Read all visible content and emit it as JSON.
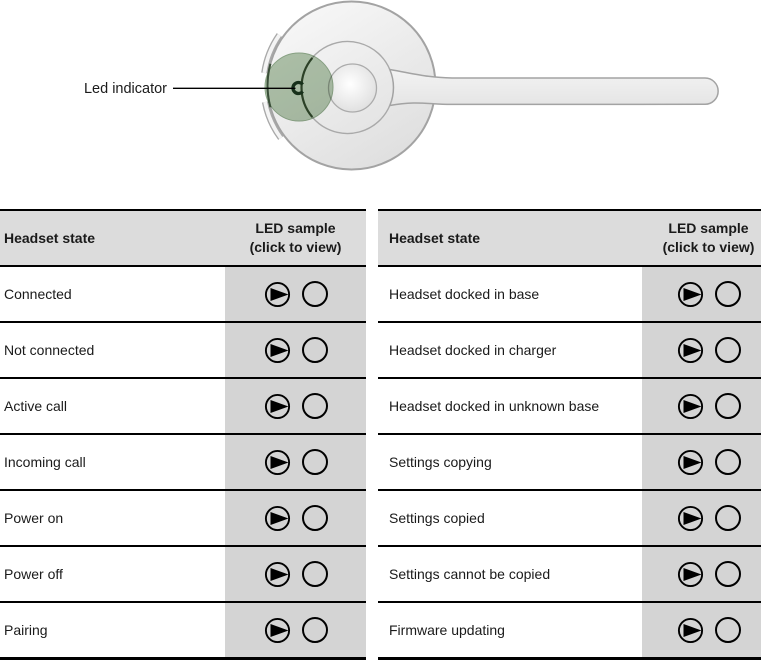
{
  "figure": {
    "label": "Led indicator"
  },
  "table_header": {
    "state": "Headset state",
    "led_line1": "LED sample",
    "led_line2": "(click to view)"
  },
  "tables": {
    "left": {
      "rows": [
        "Connected",
        "Not connected",
        "Active call",
        "Incoming call",
        "Power on",
        "Power off",
        "Pairing"
      ]
    },
    "right": {
      "rows": [
        "Headset docked in base",
        "Headset docked in charger",
        "Headset docked in unknown base",
        "Settings copying",
        "Settings copied",
        "Settings cannot be copied",
        "Firmware updating"
      ]
    }
  },
  "icons": {
    "play": "play-icon",
    "led_sample": "led-sample-circle-icon"
  },
  "colors": {
    "header_bg": "#dcdcdc",
    "led_cell_bg": "#d4d4d4",
    "table_border": "#000000",
    "led_area_green": "#b3c7ae",
    "led_mark_dark_green": "#17301a"
  }
}
